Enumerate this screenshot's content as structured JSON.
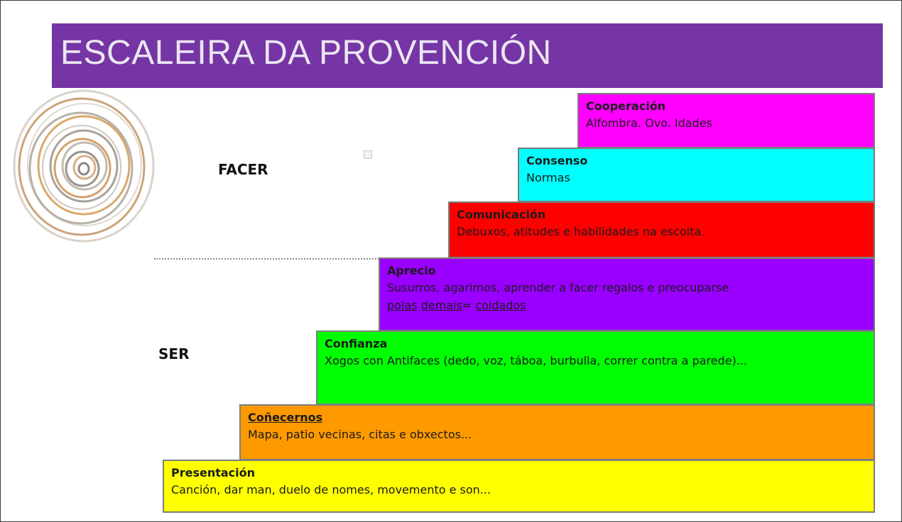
{
  "title": "ESCALEIRA DA PROVENCIÓN",
  "labels": {
    "facer": "FACER",
    "ser": "SER"
  },
  "colors": {
    "title_bar": "#7535a4",
    "presentacion": "#ffff00",
    "conecernos": "#ff9900",
    "confianza": "#00ff00",
    "aprecio": "#9900ff",
    "comunicacion": "#ff0000",
    "consenso": "#00ffff",
    "cooperacion": "#ff00ff"
  },
  "steps": {
    "cooperacion": {
      "name": "Cooperación",
      "desc": "Alfombra. Ovo. Idades"
    },
    "consenso": {
      "name": "Consenso",
      "desc": "Normas"
    },
    "comunicacion": {
      "name": "Comunicación",
      "desc": "Debuxos, atitudes e habilidades na escoita."
    },
    "aprecio": {
      "name": "Aprecio",
      "desc_line1": "Susurros, agarimos, aprender a facer regalos e preocuparse",
      "desc_w1": "polas",
      "desc_w2": "demais",
      "desc_sep": "= ",
      "desc_w3": "coidados"
    },
    "confianza": {
      "name": "Confianza",
      "desc": "Xogos con Antifaces (dedo, voz, táboa, burbulla, correr contra a parede)..."
    },
    "conecernos": {
      "name": "Coñecernos",
      "desc": "Mapa, patio vecinas, citas e obxectos..."
    },
    "presentacion": {
      "name": "Presentación",
      "desc": "Canción, dar man, duelo de nomes, movemento e son..."
    }
  },
  "icons": {
    "spiral": "spiral-icon"
  }
}
